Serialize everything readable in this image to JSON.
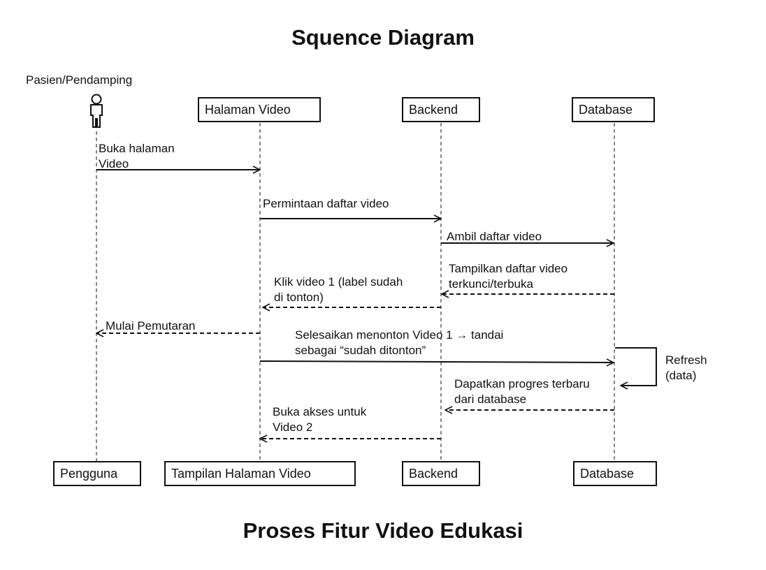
{
  "title": "Squence Diagram",
  "subtitle": "Proses Fitur Video Edukasi",
  "actor": {
    "label": "Pasien/Pendamping",
    "icon": "person-icon"
  },
  "participants_top": [
    "Halaman Video",
    "Backend",
    "Database"
  ],
  "participants_bottom": [
    "Pengguna",
    "Tampilan Halaman Video",
    "Backend",
    "Database"
  ],
  "messages": [
    {
      "text": "Buka halaman\nVideo",
      "from": "Pasien/Pendamping",
      "to": "Halaman Video",
      "style": "solid"
    },
    {
      "text": "Permintaan daftar video",
      "from": "Halaman Video",
      "to": "Backend",
      "style": "solid"
    },
    {
      "text": "Ambil daftar video",
      "from": "Backend",
      "to": "Database",
      "style": "solid"
    },
    {
      "text": "Tampilkan daftar video\nterkunci/terbuka",
      "from": "Database",
      "to": "Backend",
      "style": "dashed"
    },
    {
      "text": "Klik video 1 (label sudah\ndi tonton)",
      "from": "Backend",
      "to": "Halaman Video",
      "style": "dashed"
    },
    {
      "text": "Mulai Pemutaran",
      "from": "Halaman Video",
      "to": "Pasien/Pendamping",
      "style": "dashed"
    },
    {
      "text": "Selesaikan menonton Video 1 → tandai\nsebagai “sudah ditonton”",
      "from": "Halaman Video",
      "to": "Database",
      "style": "solid"
    },
    {
      "text": "Refresh\n(data)",
      "from": "Database",
      "to": "Database",
      "style": "solid"
    },
    {
      "text": "Dapatkan progres terbaru\ndari database",
      "from": "Database",
      "to": "Backend",
      "style": "dashed"
    },
    {
      "text": "Buka akses untuk\nVideo 2",
      "from": "Backend",
      "to": "Halaman Video",
      "style": "dashed"
    }
  ]
}
